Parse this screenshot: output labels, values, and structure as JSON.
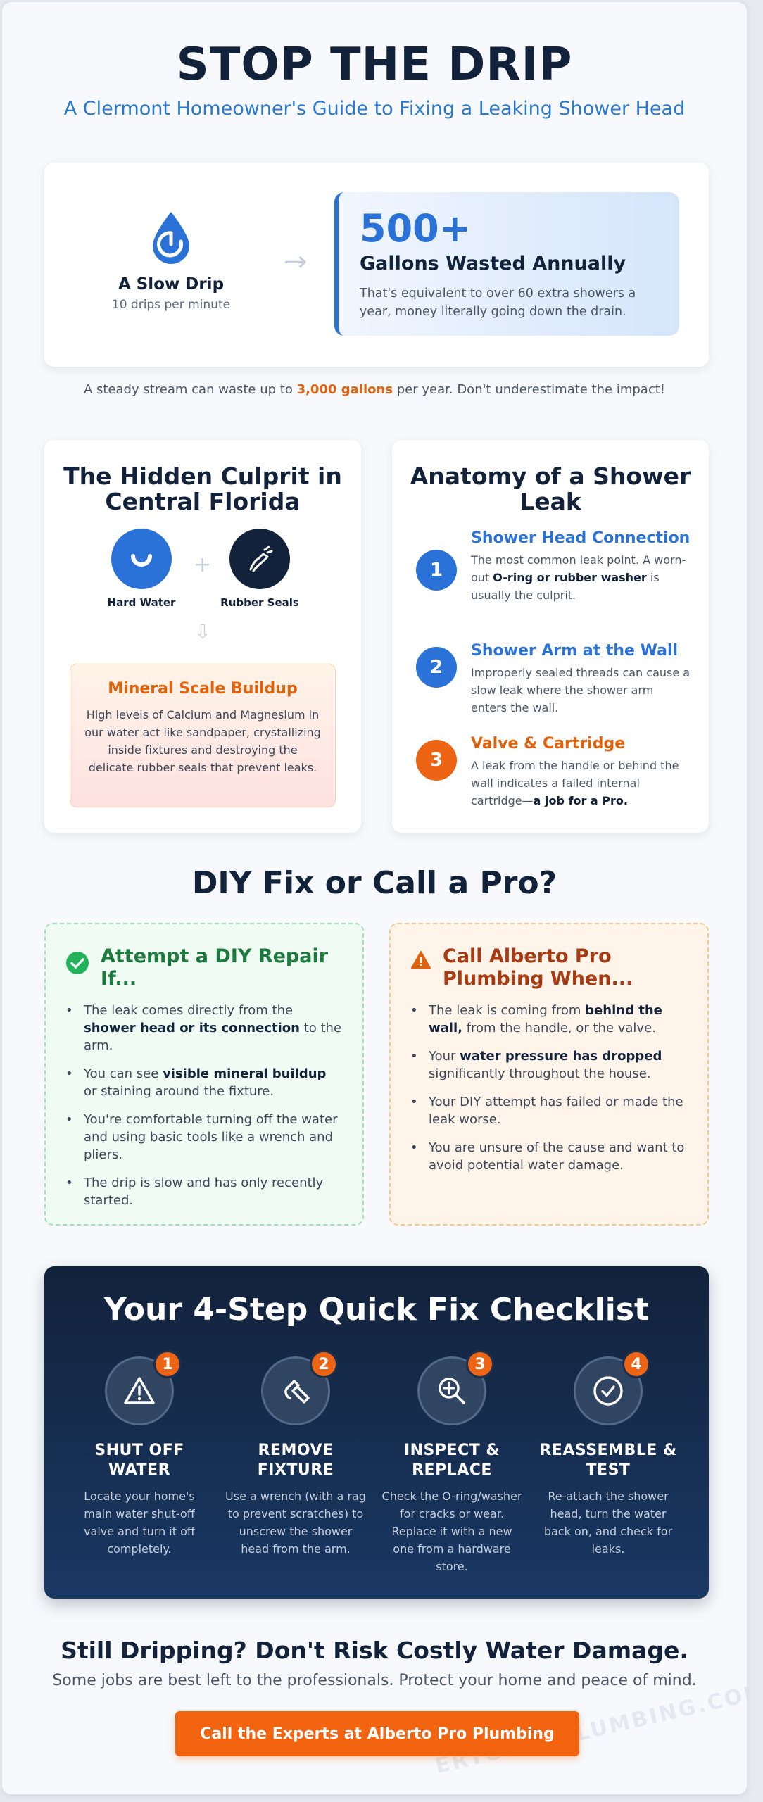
{
  "hero": {
    "title": "STOP THE DRIP",
    "subtitle": "A Clermont Homeowner's Guide to Fixing a Leaking Shower Head"
  },
  "drip": {
    "icon": "water-drop-icon",
    "title": "A Slow Drip",
    "subtitle": "10 drips per minute",
    "arrow": "→",
    "stat_number": "500+",
    "stat_label": "Gallons Wasted Annually",
    "stat_desc": "That's equivalent to over 60 extra showers a year, money literally going down the drain."
  },
  "waste_note": {
    "before": "A steady stream can waste up to ",
    "highlight": "3,000 gallons",
    "after": " per year. Don't underestimate the impact!"
  },
  "culprit": {
    "title": "The Hidden Culprit in Central Florida",
    "factors": [
      {
        "label": "Hard Water",
        "icon": "hard-water-icon",
        "color": "#2a72d8"
      },
      {
        "label": "Rubber Seals",
        "icon": "seal-tool-icon",
        "color": "#12223b"
      }
    ],
    "plus": "+",
    "down_arrow": "⇩",
    "scale_title": "Mineral Scale Buildup",
    "scale_desc": "High levels of Calcium and Magnesium in our water act like sandpaper, crystallizing inside fixtures and destroying the delicate rubber seals that prevent leaks."
  },
  "anatomy": {
    "title": "Anatomy of a Shower Leak",
    "steps": [
      {
        "num": "1",
        "title": "Shower Head Connection",
        "desc_before": "The most common leak point. A worn-out ",
        "desc_bold": "O-ring or rubber washer",
        "desc_after": " is usually the culprit.",
        "color": "#2a72d8"
      },
      {
        "num": "2",
        "title": "Shower Arm at the Wall",
        "desc_before": "Improperly sealed threads can cause a slow leak where the shower arm enters the wall.",
        "desc_bold": "",
        "desc_after": "",
        "color": "#2a72d8"
      },
      {
        "num": "3",
        "title": "Valve & Cartridge",
        "desc_before": "A leak from the handle or behind the wall indicates a failed internal cartridge—",
        "desc_bold": "a job for a Pro.",
        "desc_after": "",
        "color": "#ee6415"
      }
    ]
  },
  "decision": {
    "title": "DIY Fix or Call a Pro?",
    "diy": {
      "icon": "check-circle-icon",
      "title": "Attempt a DIY Repair If...",
      "items": [
        {
          "pre": "The leak comes directly from the ",
          "bold": "shower head or its connection",
          "post": " to the arm."
        },
        {
          "pre": "You can see ",
          "bold": "visible mineral buildup",
          "post": " or staining around the fixture."
        },
        {
          "pre": "You're comfortable turning off the water and using basic tools like a wrench and pliers.",
          "bold": "",
          "post": ""
        },
        {
          "pre": "The drip is slow and has only recently started.",
          "bold": "",
          "post": ""
        }
      ]
    },
    "pro": {
      "icon": "warning-icon",
      "title": "Call Alberto Pro Plumbing When...",
      "items": [
        {
          "pre": "The leak is coming from ",
          "bold": "behind the wall,",
          "post": " from the handle, or the valve."
        },
        {
          "pre": "Your ",
          "bold": "water pressure has dropped",
          "post": " significantly throughout the house."
        },
        {
          "pre": "Your DIY attempt has failed or made the leak worse.",
          "bold": "",
          "post": ""
        },
        {
          "pre": "You are unsure of the cause and want to avoid potential water damage.",
          "bold": "",
          "post": ""
        }
      ]
    }
  },
  "checklist": {
    "title": "Your 4-Step Quick Fix Checklist",
    "steps": [
      {
        "num": "1",
        "icon": "warning-icon",
        "title": "SHUT OFF WATER",
        "desc": "Locate your home's main water shut-off valve and turn it off completely."
      },
      {
        "num": "2",
        "icon": "wrench-icon",
        "title": "REMOVE FIXTURE",
        "desc": "Use a wrench (with a rag to prevent scratches) to unscrew the shower head from the arm."
      },
      {
        "num": "3",
        "icon": "magnifier-plus-icon",
        "title": "INSPECT & REPLACE",
        "desc": "Check the O-ring/washer for cracks or wear. Replace it with a new one from a hardware store."
      },
      {
        "num": "4",
        "icon": "check-circle-icon",
        "title": "REASSEMBLE & TEST",
        "desc": "Re-attach the shower head, turn the water back on, and check for leaks."
      }
    ]
  },
  "cta": {
    "title": "Still Dripping? Don't Risk Costly Water Damage.",
    "subtitle": "Some jobs are best left to the professionals. Protect your home and peace of mind.",
    "button": "Call the Experts at Alberto Pro Plumbing",
    "watermark": "ERTOPROPLUMBING.COM"
  },
  "colors": {
    "accent_blue": "#2a72d8",
    "accent_orange": "#ee6415",
    "dark_navy": "#12223b",
    "diy_green": "#1d7a3d",
    "pro_rust": "#a83a12"
  }
}
